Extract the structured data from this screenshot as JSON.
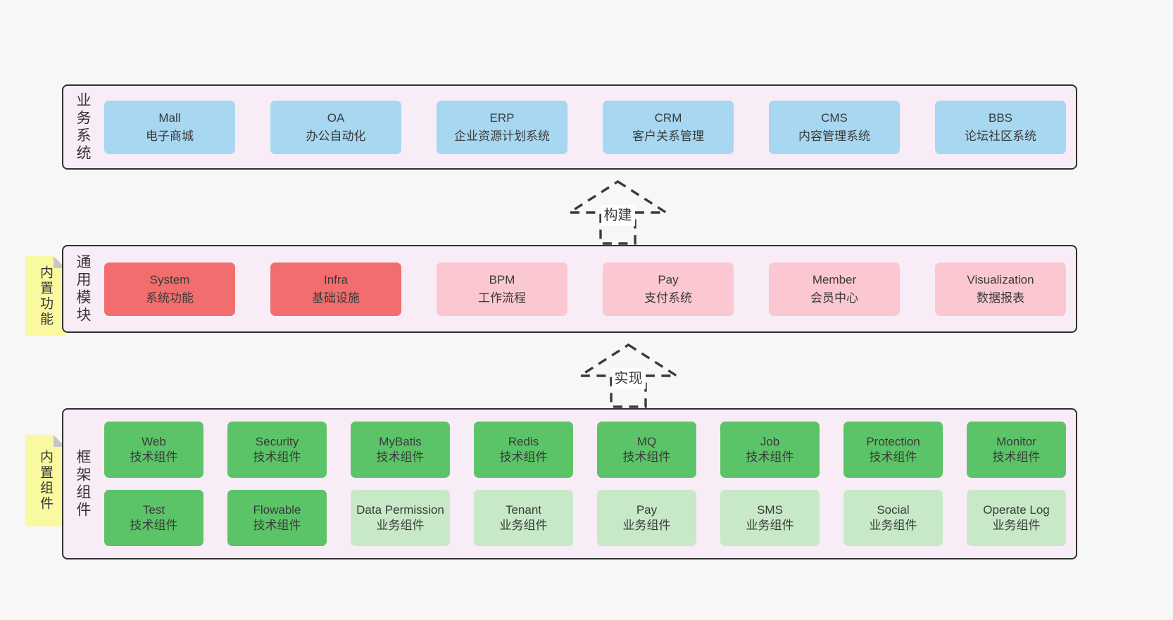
{
  "colors": {
    "page_bg": "#f7f7f7",
    "panel_bg": "#f8edf6",
    "border": "#303030",
    "blue": "#a7d7f1",
    "red": "#f26d6d",
    "pink": "#fbc7d0",
    "green": "#5cc468",
    "lightgreen": "#c7e9c7",
    "tab_yellow": "#fbf9a0"
  },
  "arrows": [
    {
      "id": "build",
      "label": "构建"
    },
    {
      "id": "implement",
      "label": "实现"
    }
  ],
  "panels": [
    {
      "id": "business",
      "side_label": "业务系统",
      "tab_label": null,
      "rows": [
        [
          {
            "name": "Mall",
            "sub": "电子商城",
            "variant": "blue"
          },
          {
            "name": "OA",
            "sub": "办公自动化",
            "variant": "blue"
          },
          {
            "name": "ERP",
            "sub": "企业资源计划系统",
            "variant": "blue"
          },
          {
            "name": "CRM",
            "sub": "客户关系管理",
            "variant": "blue"
          },
          {
            "name": "CMS",
            "sub": "内容管理系统",
            "variant": "blue"
          },
          {
            "name": "BBS",
            "sub": "论坛社区系统",
            "variant": "blue"
          }
        ]
      ]
    },
    {
      "id": "modules",
      "side_label": "通用模块",
      "tab_label": "内置功能",
      "rows": [
        [
          {
            "name": "System",
            "sub": "系统功能",
            "variant": "red"
          },
          {
            "name": "Infra",
            "sub": "基础设施",
            "variant": "red"
          },
          {
            "name": "BPM",
            "sub": "工作流程",
            "variant": "pink"
          },
          {
            "name": "Pay",
            "sub": "支付系统",
            "variant": "pink"
          },
          {
            "name": "Member",
            "sub": "会员中心",
            "variant": "pink"
          },
          {
            "name": "Visualization",
            "sub": "数据报表",
            "variant": "pink"
          }
        ]
      ]
    },
    {
      "id": "components",
      "side_label": "框架组件",
      "tab_label": "内置组件",
      "rows": [
        [
          {
            "name": "Web",
            "sub": "技术组件",
            "variant": "green"
          },
          {
            "name": "Security",
            "sub": "技术组件",
            "variant": "green"
          },
          {
            "name": "MyBatis",
            "sub": "技术组件",
            "variant": "green"
          },
          {
            "name": "Redis",
            "sub": "技术组件",
            "variant": "green"
          },
          {
            "name": "MQ",
            "sub": "技术组件",
            "variant": "green"
          },
          {
            "name": "Job",
            "sub": "技术组件",
            "variant": "green"
          },
          {
            "name": "Protection",
            "sub": "技术组件",
            "variant": "green"
          },
          {
            "name": "Monitor",
            "sub": "技术组件",
            "variant": "green"
          }
        ],
        [
          {
            "name": "Test",
            "sub": "技术组件",
            "variant": "green"
          },
          {
            "name": "Flowable",
            "sub": "技术组件",
            "variant": "green"
          },
          {
            "name": "Data Permission",
            "sub": "业务组件",
            "variant": "lightgreen"
          },
          {
            "name": "Tenant",
            "sub": "业务组件",
            "variant": "lightgreen"
          },
          {
            "name": "Pay",
            "sub": "业务组件",
            "variant": "lightgreen"
          },
          {
            "name": "SMS",
            "sub": "业务组件",
            "variant": "lightgreen"
          },
          {
            "name": "Social",
            "sub": "业务组件",
            "variant": "lightgreen"
          },
          {
            "name": "Operate Log",
            "sub": "业务组件",
            "variant": "lightgreen"
          }
        ]
      ]
    }
  ]
}
